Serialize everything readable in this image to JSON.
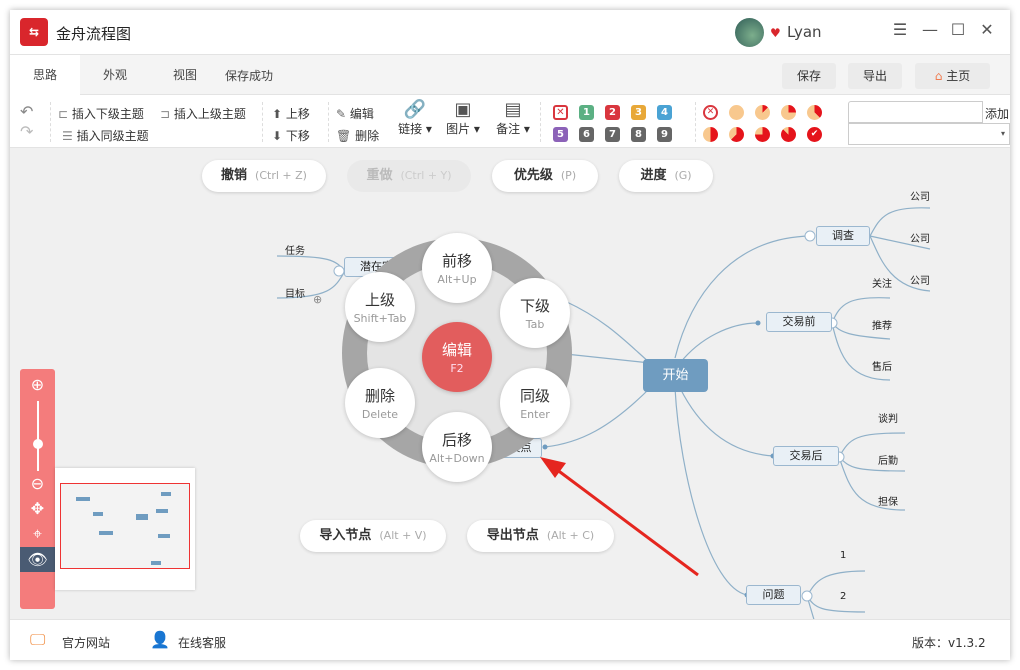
{
  "app": {
    "title": "金舟流程图",
    "user": "Lyan"
  },
  "tabs": [
    "思路",
    "外观",
    "视图"
  ],
  "status": "保存成功",
  "header_buttons": {
    "save": "保存",
    "export": "导出",
    "home": "主页"
  },
  "toolbar": {
    "insert_child": "插入下级主题",
    "insert_parent": "插入上级主题",
    "insert_sibling": "插入同级主题",
    "move_up": "上移",
    "move_down": "下移",
    "edit": "编辑",
    "delete": "删除",
    "link": "链接",
    "image": "图片",
    "note": "备注",
    "add": "添加"
  },
  "priorities": [
    "1",
    "2",
    "3",
    "4",
    "5",
    "6",
    "7",
    "8",
    "9"
  ],
  "priority_colors": [
    "#5bb083",
    "#d9363e",
    "#e8a838",
    "#4aa3d4",
    "#8c62b8",
    "#666666",
    "#666666",
    "#666666",
    "#666666"
  ],
  "progress_levels": [
    0,
    0,
    0.125,
    0.25,
    0.375,
    0.5,
    0.625,
    0.75,
    0.875,
    1
  ],
  "floating": {
    "undo": "撤销",
    "undo_key": "(Ctrl + Z)",
    "redo": "重做",
    "redo_key": "(Ctrl + Y)",
    "priority": "优先级",
    "priority_key": "(P)",
    "progress": "进度",
    "progress_key": "(G)",
    "import": "导入节点",
    "import_key": "(Alt + V)",
    "export": "导出节点",
    "export_key": "(Alt + C)"
  },
  "radial": {
    "center": {
      "label": "编辑",
      "key": "F2"
    },
    "items": [
      {
        "label": "前移",
        "key": "Alt+Up"
      },
      {
        "label": "下级",
        "key": "Tab"
      },
      {
        "label": "同级",
        "key": "Enter"
      },
      {
        "label": "后移",
        "key": "Alt+Down"
      },
      {
        "label": "删除",
        "key": "Delete"
      },
      {
        "label": "上级",
        "key": "Shift+Tab"
      }
    ]
  },
  "mindmap": {
    "root": "开始",
    "left": [
      {
        "label": "潜在客户",
        "children": [
          "任务",
          "目标"
        ]
      },
      {
        "label": "特卖点"
      }
    ],
    "right": [
      {
        "label": "调查",
        "children": [
          "公司",
          "公司",
          "公司"
        ]
      },
      {
        "label": "交易前",
        "children": [
          "关注",
          "推荐",
          "售后"
        ]
      },
      {
        "label": "交易后",
        "children": [
          "谈判",
          "后勤",
          "担保"
        ]
      },
      {
        "label": "问题",
        "children": [
          "1",
          "2"
        ]
      }
    ]
  },
  "footer": {
    "website": "官方网站",
    "support": "在线客服",
    "version": "版本：v1.3.2"
  }
}
